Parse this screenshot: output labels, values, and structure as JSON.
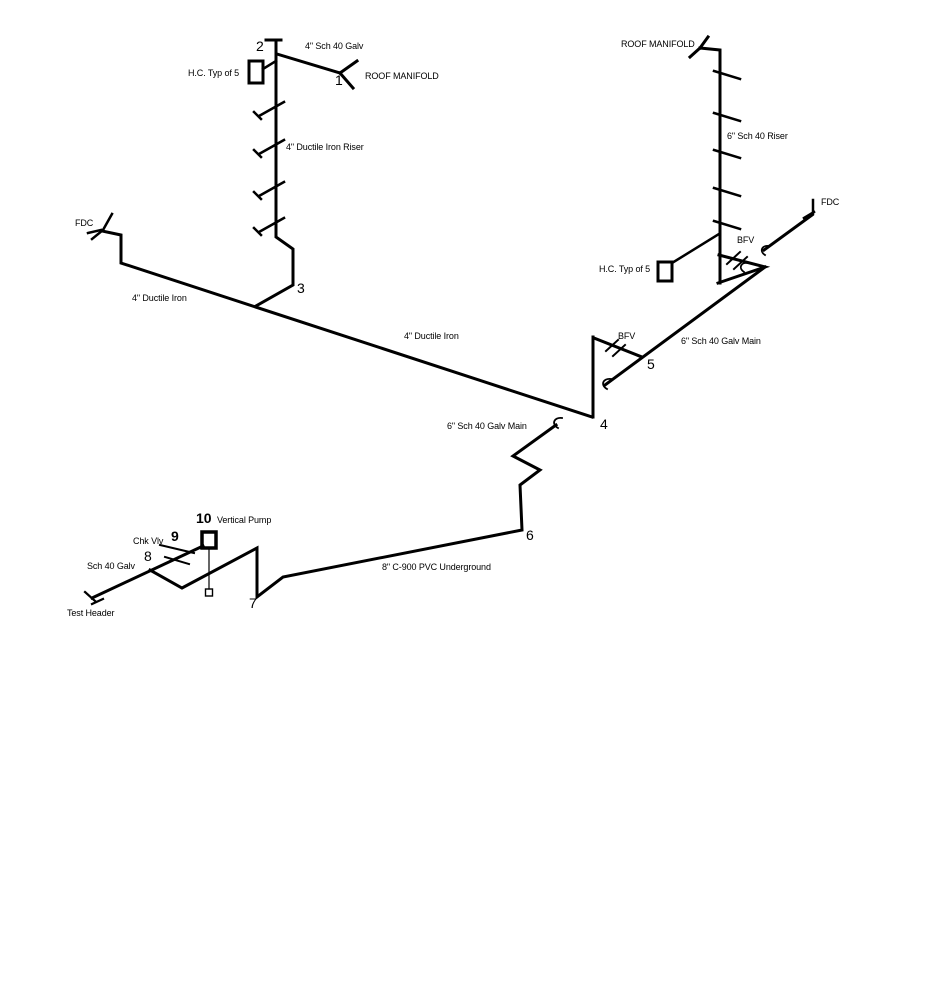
{
  "diagram": {
    "colors": {
      "line": "#000000",
      "background": "#ffffff"
    },
    "labels": {
      "fdc_left": "FDC",
      "hc_typ_left": "H.C. Typ of 5",
      "sch40_galv_top": "4\" Sch 40 Galv",
      "roof_manifold_left": "ROOF MANIFOLD",
      "ductile_iron_riser": "4\" Ductile Iron Riser",
      "ductile_iron_left": "4\" Ductile Iron",
      "ductile_iron_mid": "4\" Ductile Iron",
      "roof_manifold_right": "ROOF MANIFOLD",
      "sch40_riser_right": "6\" Sch 40 Riser",
      "fdc_right": "FDC",
      "bfv_upper": "BFV",
      "hc_typ_right": "H.C. Typ of 5",
      "bfv_lower": "BFV",
      "galv_main_upper": "6\" Sch 40 Galv Main",
      "galv_main_lower": "6\" Sch 40 Galv Main",
      "vertical_pump": "Vertical Pump",
      "chk_vlv": "Chk Vlv",
      "sch40_galv_bottom": "Sch 40 Galv",
      "test_header": "Test Header",
      "pvc_underground": "8\" C-900 PVC Underground"
    },
    "nodes": {
      "n1": "1",
      "n2": "2",
      "n3": "3",
      "n4": "4",
      "n5": "5",
      "n6": "6",
      "n7": "7",
      "n8": "8",
      "n9": "9",
      "n10": "10"
    }
  }
}
